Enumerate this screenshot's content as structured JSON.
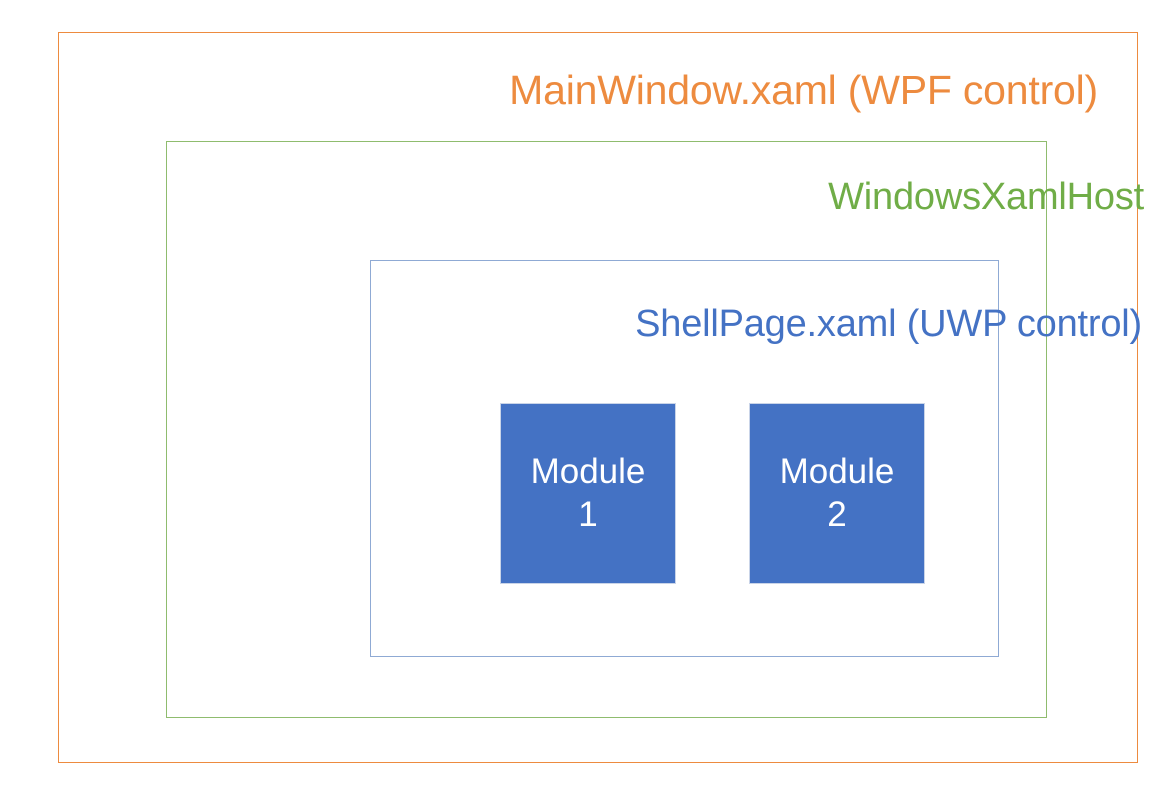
{
  "diagram": {
    "title": "XAML Islands nesting diagram",
    "background_color": "#FFFFFF",
    "layers": [
      {
        "id": "mainwindow",
        "label": "MainWindow.xaml (WPF control)",
        "border_color": "#ED8B3F",
        "text_color": "#ED8B3F"
      },
      {
        "id": "xamlhost",
        "label": "WindowsXamlHost",
        "border_color": "#8FBC6E",
        "text_color": "#70AD47"
      },
      {
        "id": "shellpage",
        "label": "ShellPage.xaml (UWP control)",
        "border_color": "#8FAAD4",
        "text_color": "#4472C4"
      }
    ],
    "modules": [
      {
        "id": "module-1",
        "line1": "Module",
        "line2": "1",
        "fill_color": "#4472C4",
        "text_color": "#FFFFFF"
      },
      {
        "id": "module-2",
        "line1": "Module",
        "line2": "2",
        "fill_color": "#4472C4",
        "text_color": "#FFFFFF"
      }
    ]
  }
}
